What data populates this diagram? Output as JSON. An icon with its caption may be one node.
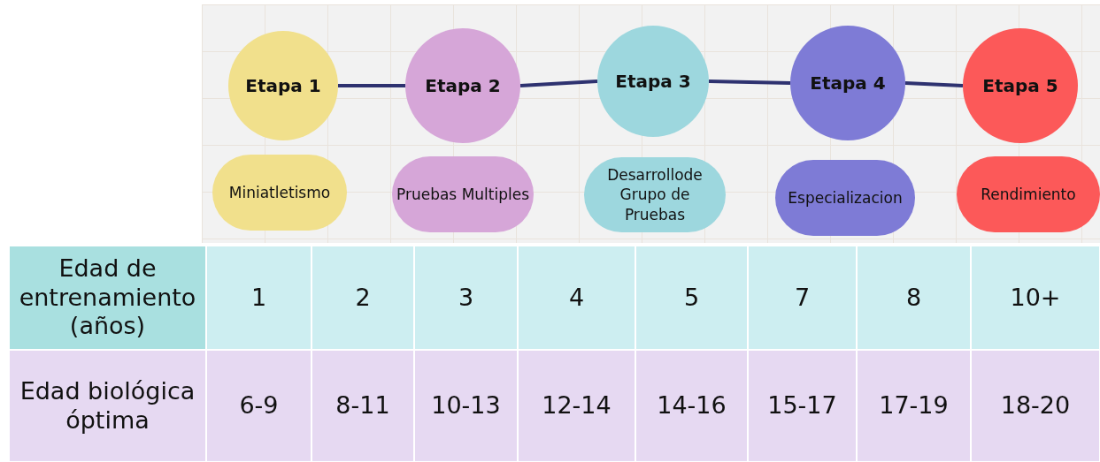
{
  "diagram": {
    "nodes": [
      {
        "text": [
          "Etapa 1"
        ]
      },
      {
        "text": [
          "Etapa 2"
        ]
      },
      {
        "text": [
          "Etapa 3"
        ]
      },
      {
        "text": [
          "Etapa 4"
        ]
      },
      {
        "text": [
          "Etapa 5"
        ]
      },
      {
        "text": [
          "Miniatletismo"
        ]
      },
      {
        "text": [
          "Pruebas Multiples"
        ]
      },
      {
        "text": [
          "Desarrollode Grupo de Pruebas"
        ]
      },
      {
        "text": [
          "Especializacion"
        ]
      },
      {
        "text": [
          "Rendimiento"
        ]
      }
    ],
    "edges": [
      {
        "from": 0,
        "to": 1,
        "arrow": "none"
      },
      {
        "from": 1,
        "to": 2,
        "arrow": "none"
      },
      {
        "from": 2,
        "to": 3,
        "arrow": "none"
      },
      {
        "from": 3,
        "to": 4,
        "arrow": "none"
      }
    ],
    "labels": [
      "Edad de entrenamiento (años)",
      "1",
      "2",
      "3",
      "4",
      "5",
      "7",
      "8",
      "10+",
      "Edad biológica óptima",
      "6-9",
      "8-11",
      "10-13",
      "12-14",
      "14-16",
      "15-17",
      "17-19",
      "18-20"
    ]
  }
}
